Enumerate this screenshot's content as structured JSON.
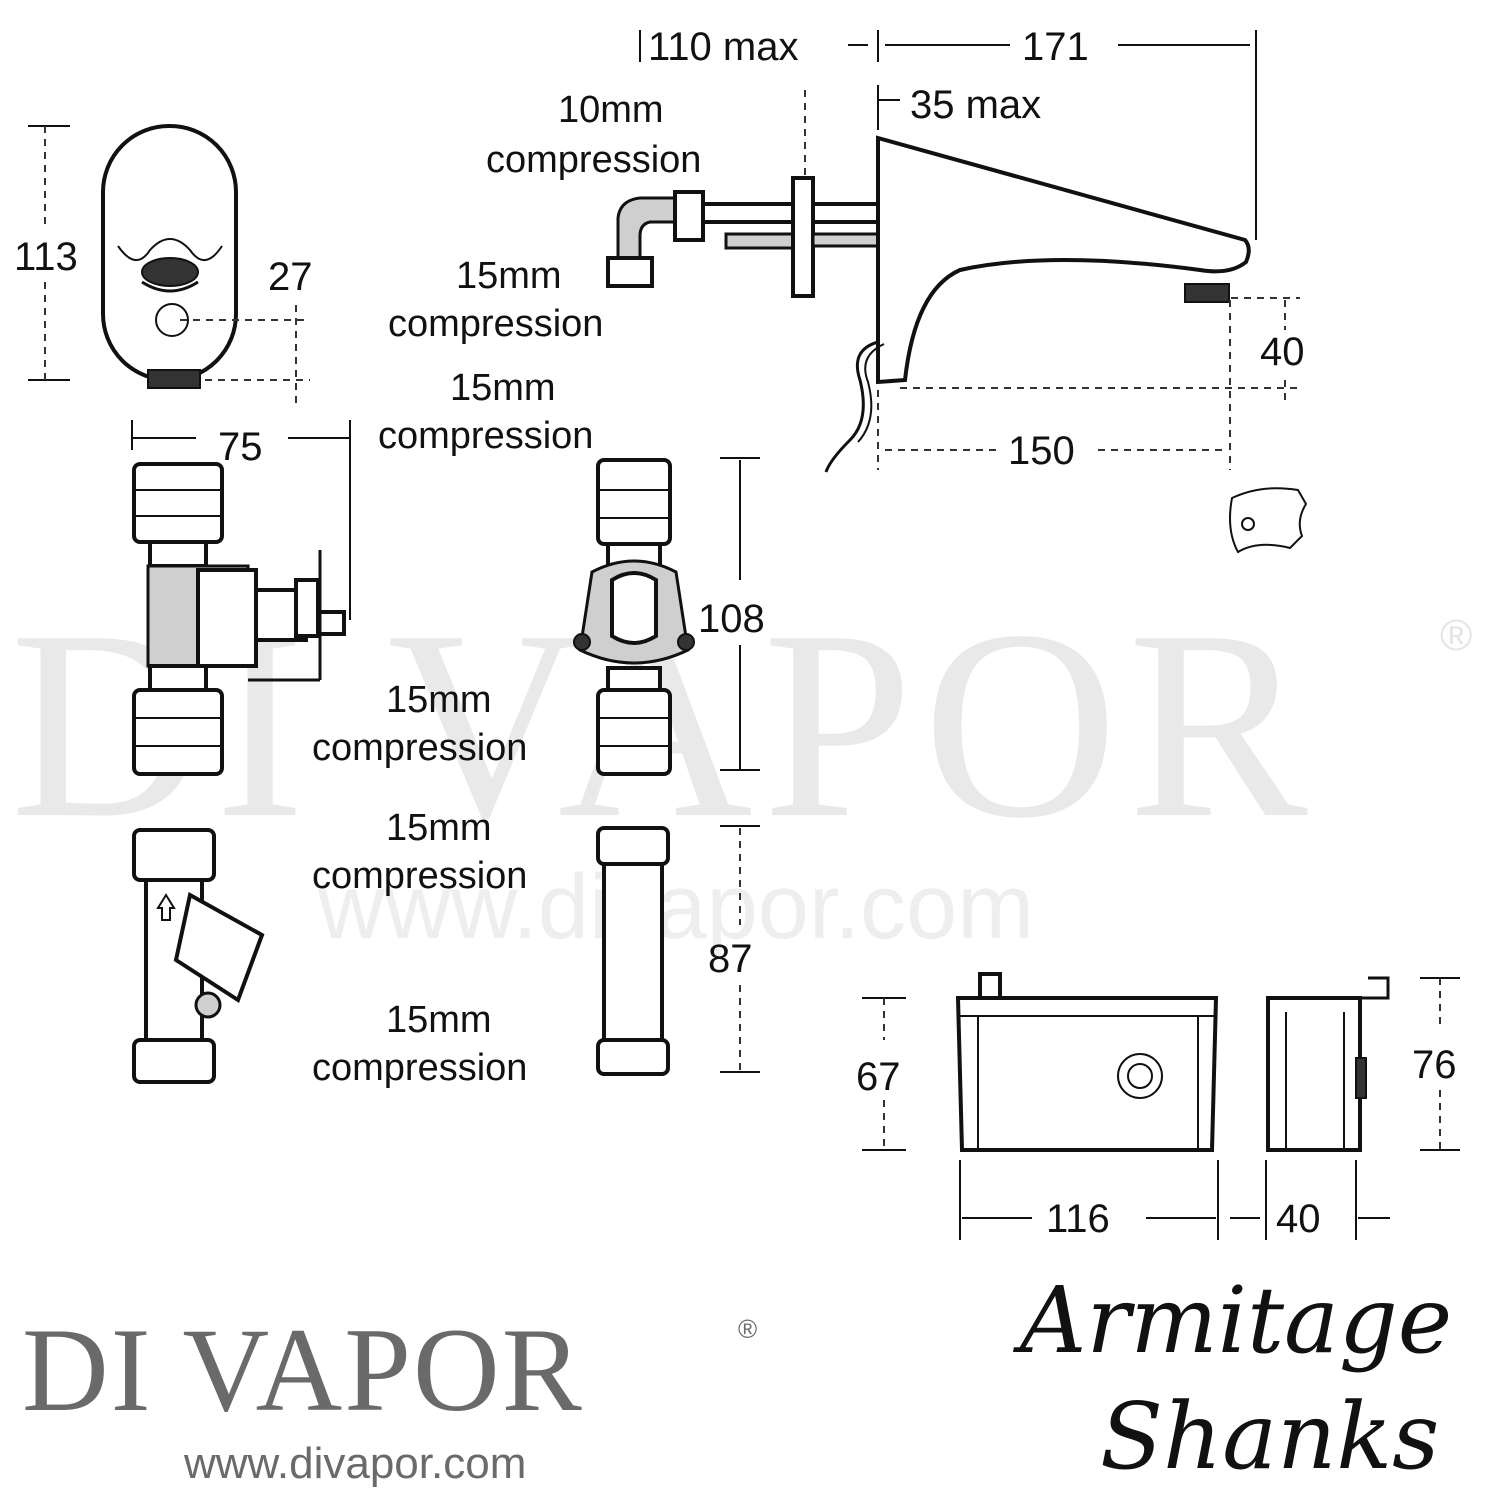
{
  "watermark": {
    "text": "DI VAPOR",
    "mark": "®",
    "url": "www.divapor.com"
  },
  "brand": {
    "name": "DI VAPOR",
    "mark": "®",
    "url": "www.divapor.com"
  },
  "maker": {
    "line1": "Armitage",
    "line2": "Shanks"
  },
  "spout": {
    "dim_110": "110 max",
    "dim_171": "171",
    "dim_35": "35 max",
    "dim_40": "40",
    "dim_150": "150",
    "label_10mm_a": "10mm",
    "label_10mm_b": "compression",
    "label_15mm_a": "15mm",
    "label_15mm_b": "compression"
  },
  "sensor": {
    "dim_113": "113",
    "dim_27": "27"
  },
  "valve": {
    "dim_75": "75",
    "dim_108": "108",
    "label_top_a": "15mm",
    "label_top_b": "compression",
    "label_bot_a": "15mm",
    "label_bot_b": "compression"
  },
  "strainer": {
    "dim_87": "87",
    "label_top_a": "15mm",
    "label_top_b": "compression",
    "label_bot_a": "15mm",
    "label_bot_b": "compression"
  },
  "box": {
    "dim_67": "67",
    "dim_76": "76",
    "dim_116": "116",
    "dim_40": "40"
  }
}
